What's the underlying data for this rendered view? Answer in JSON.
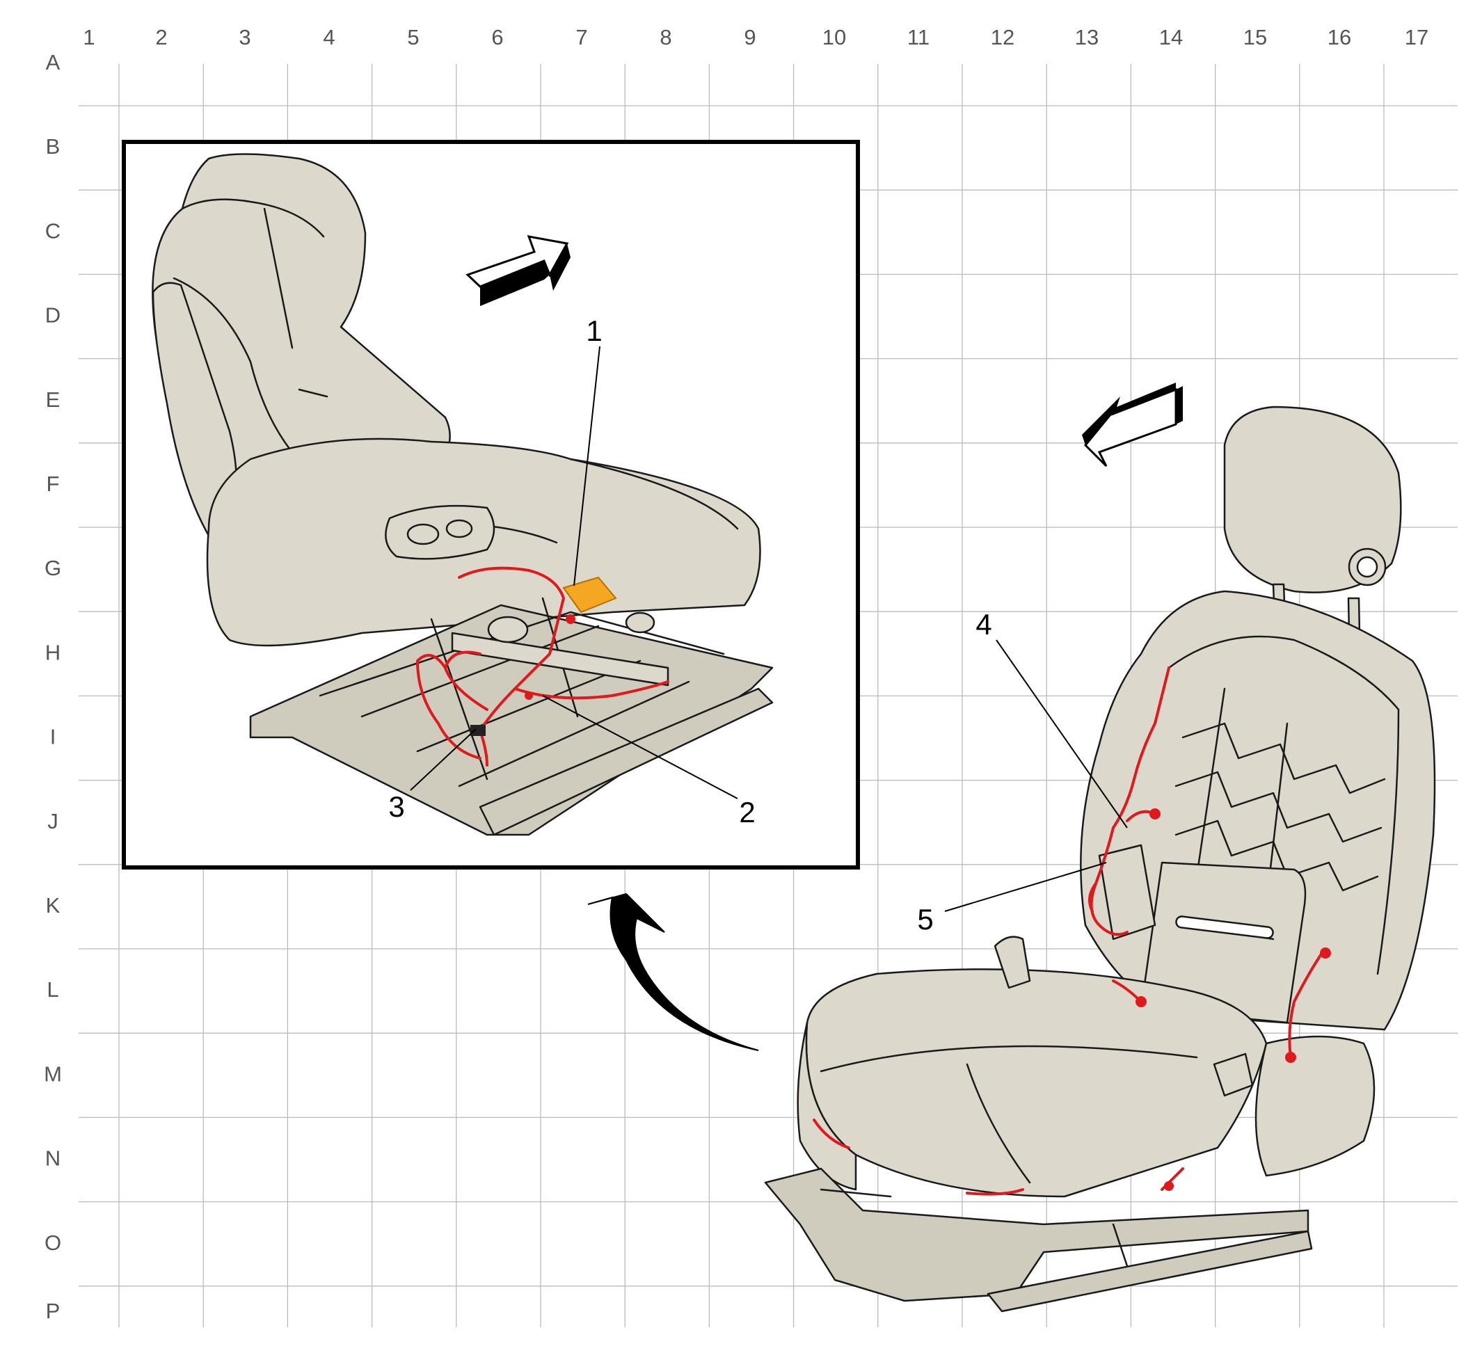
{
  "grid": {
    "columns": [
      "1",
      "2",
      "3",
      "4",
      "5",
      "6",
      "7",
      "8",
      "9",
      "10",
      "11",
      "12",
      "13",
      "14",
      "15",
      "16",
      "17"
    ],
    "rows": [
      "A",
      "B",
      "C",
      "D",
      "E",
      "F",
      "G",
      "H",
      "I",
      "J",
      "K",
      "L",
      "M",
      "N",
      "O",
      "P"
    ]
  },
  "callouts": [
    "1",
    "2",
    "3",
    "4",
    "5"
  ],
  "colors": {
    "seat_fill": "#dcd9cc",
    "outline": "#1a1a1a",
    "harness": "#e0191c",
    "highlight_module": "#f5a623",
    "grid_line": "#bbbbbb"
  },
  "icons": {
    "direction_arrow_left_inset": "forward-direction-arrow-icon",
    "direction_arrow_main": "forward-direction-arrow-icon",
    "view_arrow": "curved-view-arrow-icon"
  }
}
